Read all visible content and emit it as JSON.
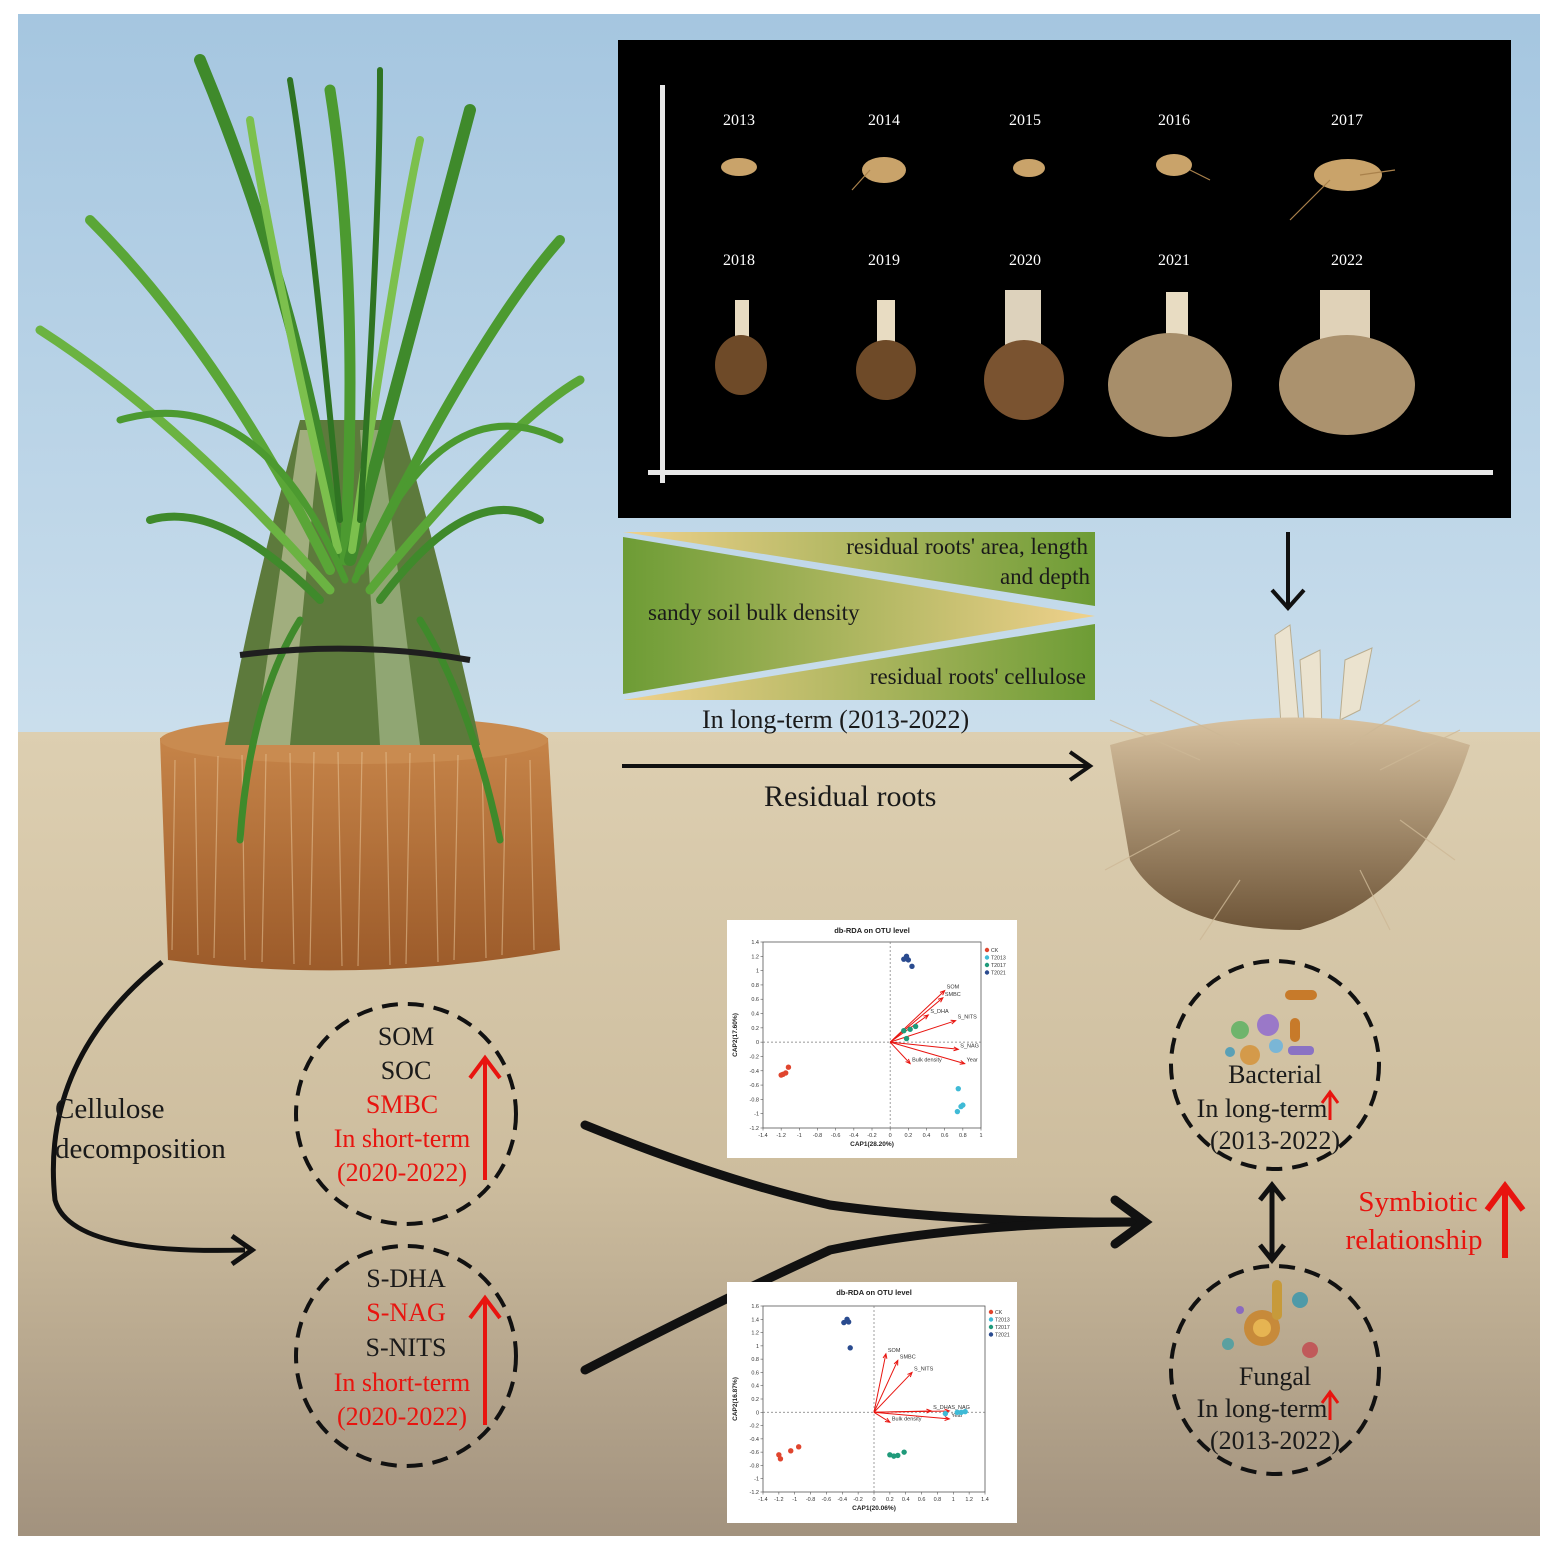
{
  "colors": {
    "sky_top": "#a5c6e0",
    "sky_bottom": "#c7dceb",
    "soil_top": "#ddcfb1",
    "soil_bottom": "#a2927e",
    "panel_black": "#000000",
    "wedge_green": "#6d9c35",
    "wedge_tan": "#eecf8a",
    "red": "#e8140f",
    "ck": "#e0452e",
    "t2013": "#3fbad6",
    "t2017": "#1f9a7a",
    "t2021": "#2a4b8f"
  },
  "root_panel": {
    "years_row1": [
      "2013",
      "2014",
      "2015",
      "2016",
      "2017"
    ],
    "years_row2": [
      "2018",
      "2019",
      "2020",
      "2021",
      "2022"
    ]
  },
  "wedge": {
    "top_label_line1": "residual roots' area, length",
    "top_label_line2": "and depth",
    "middle_label": "sandy soil bulk density",
    "bottom_label": "residual roots' cellulose",
    "caption": "In long-term (2013-2022)"
  },
  "residual_roots_label": "Residual roots",
  "cellulose_label_line1": "Cellulose",
  "cellulose_label_line2": "decomposition",
  "circle_soil": {
    "line1": "SOM",
    "line2": "SOC",
    "line3": "SMBC",
    "line4": "In short-term",
    "line5": "(2020-2022)"
  },
  "circle_enzyme": {
    "line1": "S-DHA",
    "line2": "S-NAG",
    "line3": "S-NITS",
    "line4": "In short-term",
    "line5": "(2020-2022)"
  },
  "circle_bacterial": {
    "line1": "Bacterial",
    "line2": "In long-term",
    "line3": "(2013-2022)"
  },
  "circle_fungal": {
    "line1": "Fungal",
    "line2": "In long-term",
    "line3": "(2013-2022)"
  },
  "symbiotic_line1": "Symbiotic",
  "symbiotic_line2": "relationship",
  "plots": [
    {
      "chart_data": {
        "type": "scatter",
        "title": "db-RDA on OTU level",
        "xlabel": "CAP1(28.20%)",
        "ylabel": "CAP2(17.60%)",
        "xlim": [
          -1.4,
          1
        ],
        "ylim": [
          -1.2,
          1.4
        ],
        "xticks": [
          "-1.4",
          "-1.2",
          "-1",
          "-0.8",
          "-0.6",
          "-0.4",
          "-0.2",
          "0",
          "0.2",
          "0.4",
          "0.6",
          "0.8",
          "1"
        ],
        "yticks": [
          "1.4",
          "1.2",
          "1",
          "0.8",
          "0.6",
          "0.4",
          "0.2",
          "0",
          "-0.2",
          "-0.4",
          "-0.6",
          "-0.8",
          "-1",
          "-1.2"
        ],
        "legend": "top-right",
        "series": [
          {
            "name": "CK",
            "color": "#e0452e",
            "points": [
              [
                -1.2,
                -0.46
              ],
              [
                -1.18,
                -0.45
              ],
              [
                -1.15,
                -0.43
              ],
              [
                -1.12,
                -0.35
              ]
            ]
          },
          {
            "name": "T2013",
            "color": "#3fbad6",
            "points": [
              [
                0.75,
                -0.65
              ],
              [
                0.78,
                -0.9
              ],
              [
                0.74,
                -0.97
              ],
              [
                0.8,
                -0.88
              ]
            ]
          },
          {
            "name": "T2017",
            "color": "#1f9a7a",
            "points": [
              [
                0.15,
                0.16
              ],
              [
                0.22,
                0.18
              ],
              [
                0.28,
                0.22
              ],
              [
                0.18,
                0.05
              ]
            ]
          },
          {
            "name": "T2021",
            "color": "#2a4b8f",
            "points": [
              [
                0.15,
                1.16
              ],
              [
                0.18,
                1.2
              ],
              [
                0.2,
                1.15
              ],
              [
                0.24,
                1.06
              ]
            ]
          }
        ],
        "arrows": [
          {
            "label": "SOM",
            "x": 0.6,
            "y": 0.72
          },
          {
            "label": "SMBC",
            "x": 0.58,
            "y": 0.62
          },
          {
            "label": "S_DHA",
            "x": 0.42,
            "y": 0.38
          },
          {
            "label": "S_NITS",
            "x": 0.72,
            "y": 0.3
          },
          {
            "label": "S_NAG",
            "x": 0.75,
            "y": -0.1
          },
          {
            "label": "Bulk density",
            "x": 0.22,
            "y": -0.3
          },
          {
            "label": "Year",
            "x": 0.82,
            "y": -0.3
          }
        ]
      }
    },
    {
      "chart_data": {
        "type": "scatter",
        "title": "db-RDA on OTU level",
        "xlabel": "CAP1(20.06%)",
        "ylabel": "CAP2(16.87%)",
        "xlim": [
          -1.4,
          1.4
        ],
        "ylim": [
          -1.2,
          1.6
        ],
        "xticks": [
          "-1.4",
          "-1.2",
          "-1",
          "-0.8",
          "-0.6",
          "-0.4",
          "-0.2",
          "0",
          "0.2",
          "0.4",
          "0.6",
          "0.8",
          "1",
          "1.2",
          "1.4"
        ],
        "yticks": [
          "1.6",
          "1.4",
          "1.2",
          "1",
          "0.8",
          "0.6",
          "0.4",
          "0.2",
          "0",
          "-0.2",
          "-0.4",
          "-0.6",
          "-0.8",
          "-1",
          "-1.2"
        ],
        "legend": "top-right",
        "series": [
          {
            "name": "CK",
            "color": "#e0452e",
            "points": [
              [
                -1.2,
                -0.64
              ],
              [
                -1.18,
                -0.7
              ],
              [
                -1.05,
                -0.58
              ],
              [
                -0.95,
                -0.52
              ]
            ]
          },
          {
            "name": "T2013",
            "color": "#3fbad6",
            "points": [
              [
                1.05,
                0.0
              ],
              [
                1.1,
                0.0
              ],
              [
                1.15,
                0.01
              ],
              [
                0.9,
                -0.02
              ]
            ]
          },
          {
            "name": "T2017",
            "color": "#1f9a7a",
            "points": [
              [
                0.2,
                -0.64
              ],
              [
                0.25,
                -0.66
              ],
              [
                0.3,
                -0.65
              ],
              [
                0.38,
                -0.6
              ]
            ]
          },
          {
            "name": "T2021",
            "color": "#2a4b8f",
            "points": [
              [
                -0.38,
                1.35
              ],
              [
                -0.34,
                1.4
              ],
              [
                -0.32,
                1.36
              ],
              [
                -0.3,
                0.97
              ]
            ]
          }
        ],
        "arrows": [
          {
            "label": "SOM",
            "x": 0.15,
            "y": 0.88
          },
          {
            "label": "SMBC",
            "x": 0.3,
            "y": 0.78
          },
          {
            "label": "S_NITS",
            "x": 0.48,
            "y": 0.6
          },
          {
            "label": "S_DHA",
            "x": 0.72,
            "y": 0.02
          },
          {
            "label": "S_NAG",
            "x": 0.95,
            "y": 0.02
          },
          {
            "label": "Bulk density",
            "x": 0.2,
            "y": -0.15
          },
          {
            "label": "Year",
            "x": 0.95,
            "y": -0.1
          }
        ]
      }
    }
  ]
}
